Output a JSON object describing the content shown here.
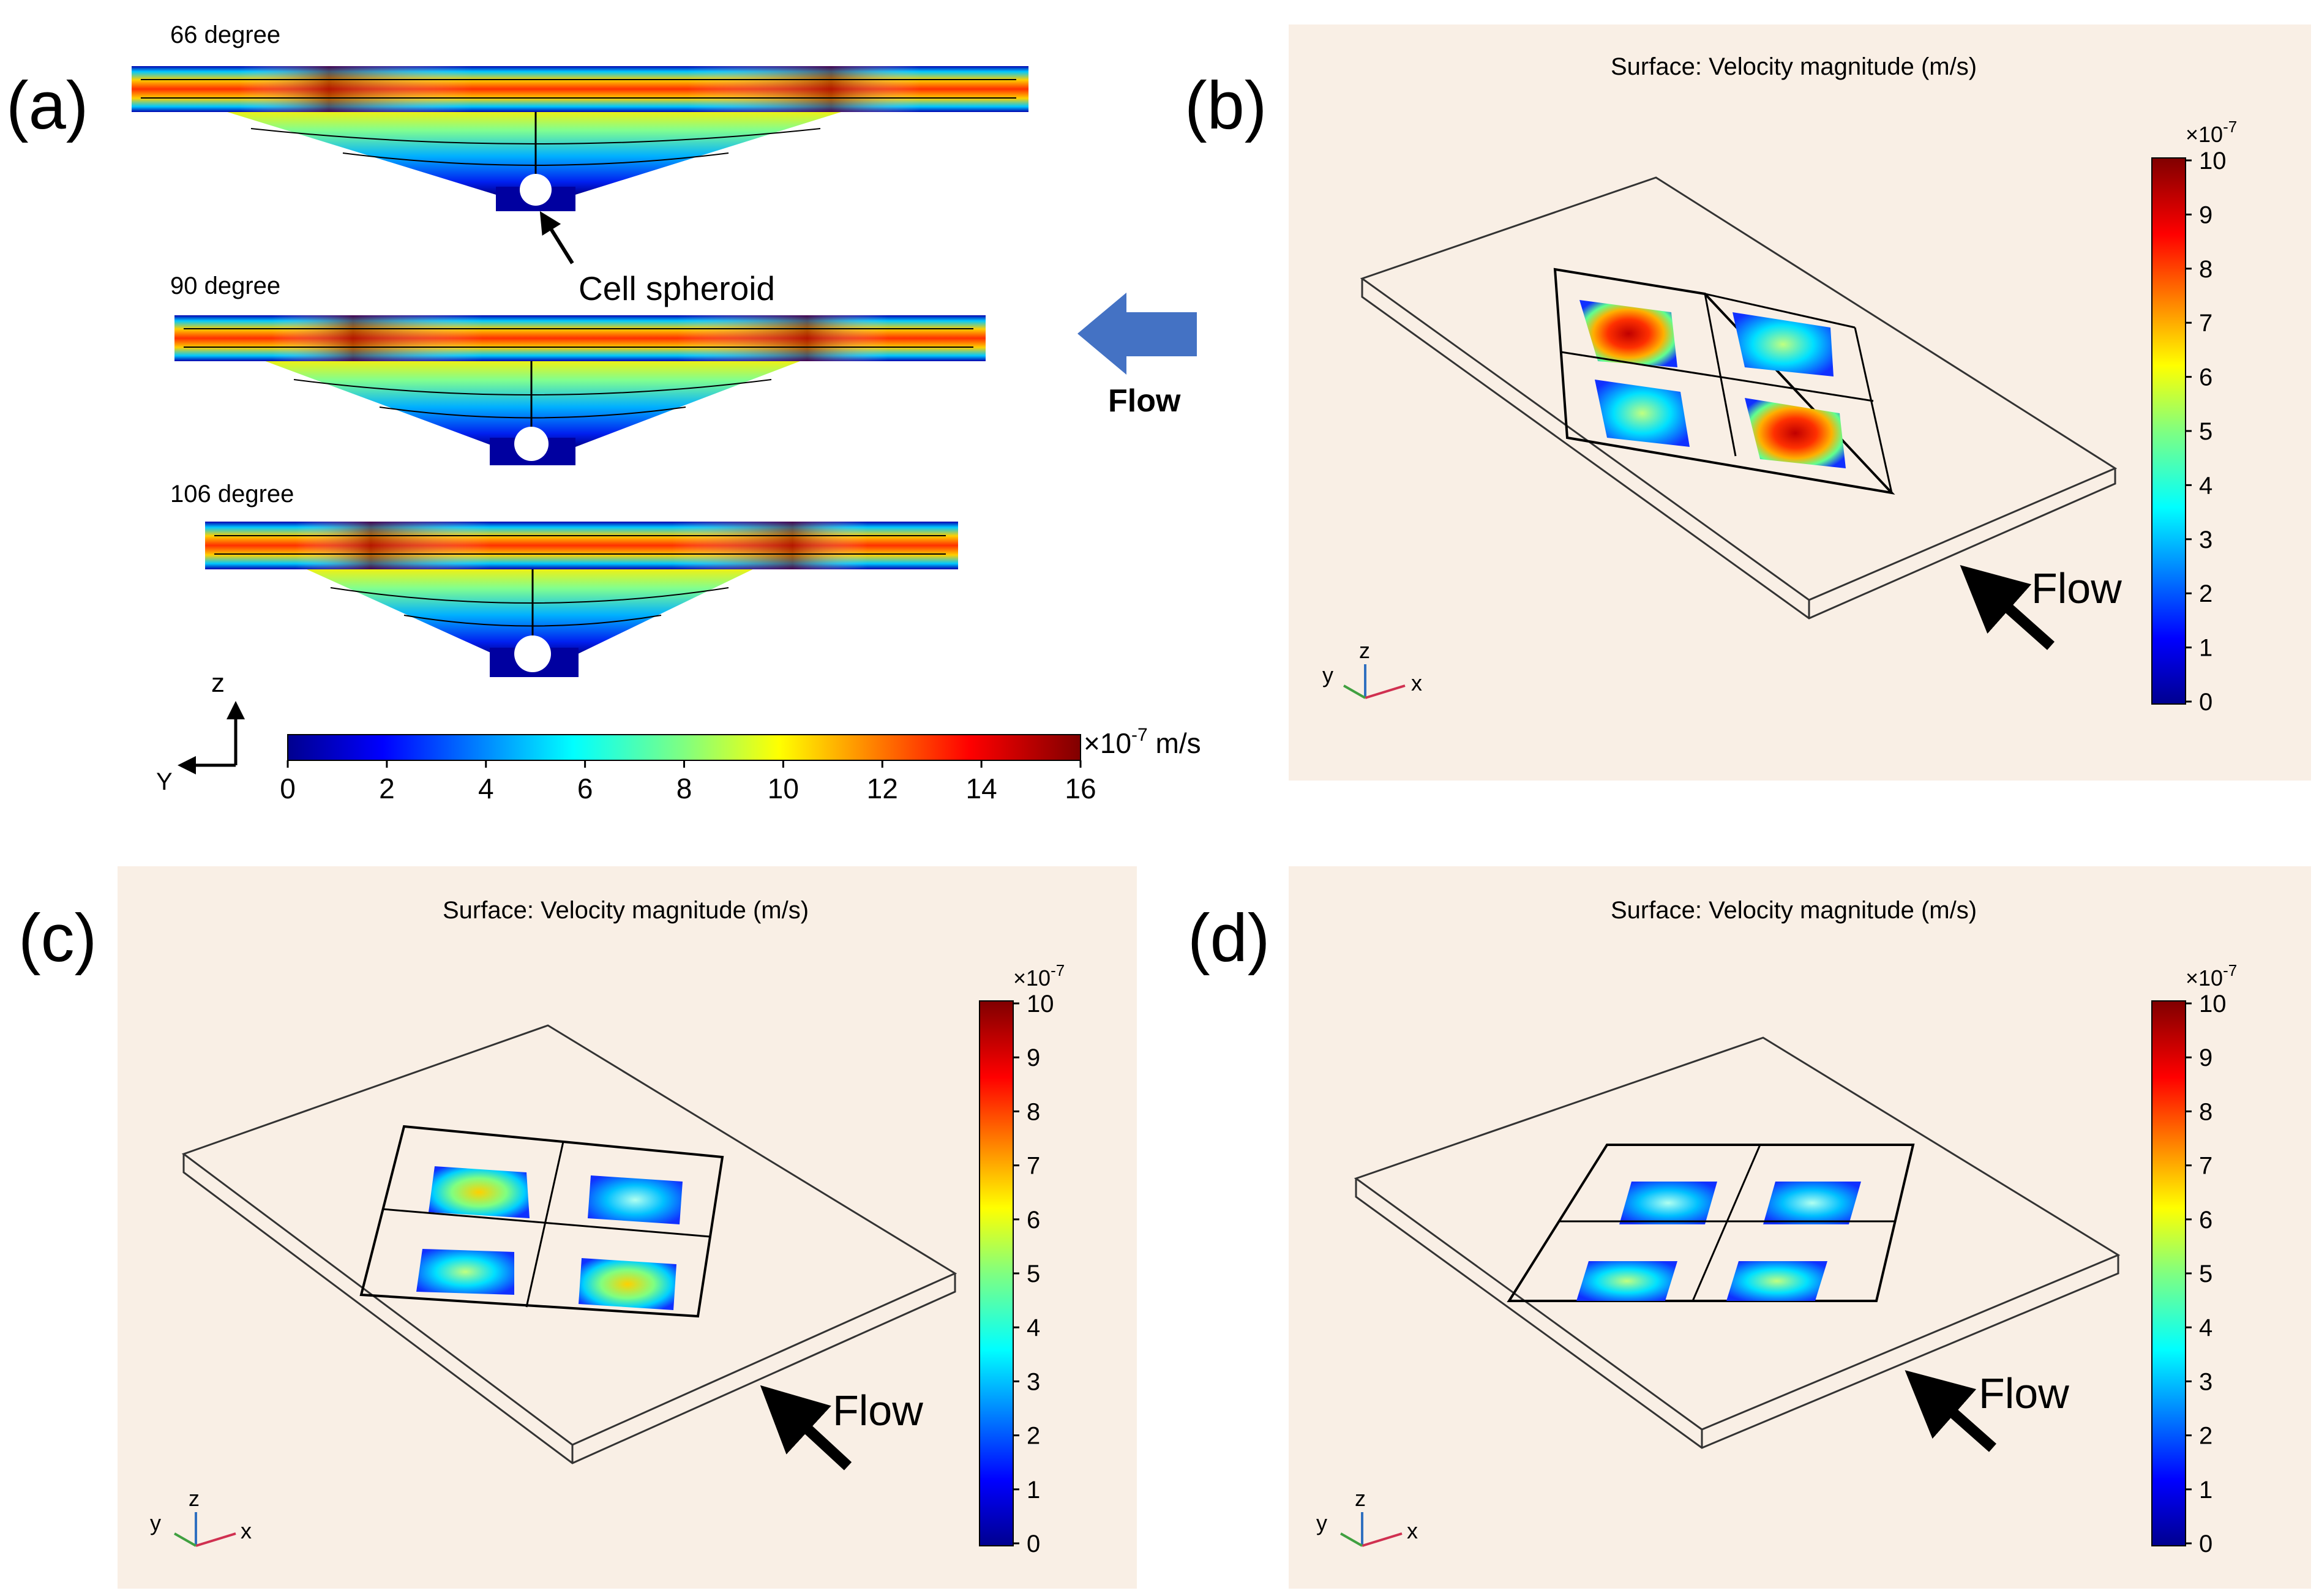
{
  "panel_labels": {
    "a": "(a)",
    "b": "(b)",
    "c": "(c)",
    "d": "(d)"
  },
  "panel_a": {
    "sections": [
      {
        "label": "66 degree"
      },
      {
        "label": "90 degree"
      },
      {
        "label": "106 degree"
      }
    ],
    "cell_label": "Cell spheroid",
    "flow_label": "Flow",
    "axis_z": "z",
    "axis_y": "Y",
    "colorbar": {
      "ticks": [
        "0",
        "2",
        "4",
        "6",
        "8",
        "10",
        "12",
        "14",
        "16"
      ],
      "unit_base": "×10",
      "unit_exp": "-7",
      "unit_suffix": " m/s"
    }
  },
  "panels_3d": [
    {
      "id": "b",
      "title": "Surface: Velocity magnitude (m/s)",
      "flow": "Flow",
      "multiplier": "×10",
      "multiplier_exp": "-7",
      "ticks": [
        "0",
        "1",
        "2",
        "3",
        "4",
        "5",
        "6",
        "7",
        "8",
        "9",
        "10"
      ],
      "axes": {
        "x": "x",
        "y": "y",
        "z": "z"
      }
    },
    {
      "id": "c",
      "title": "Surface: Velocity magnitude (m/s)",
      "flow": "Flow",
      "multiplier": "×10",
      "multiplier_exp": "-7",
      "ticks": [
        "0",
        "1",
        "2",
        "3",
        "4",
        "5",
        "6",
        "7",
        "8",
        "9",
        "10"
      ],
      "axes": {
        "x": "x",
        "y": "y",
        "z": "z"
      }
    },
    {
      "id": "d",
      "title": "Surface: Velocity magnitude (m/s)",
      "flow": "Flow",
      "multiplier": "×10",
      "multiplier_exp": "-7",
      "ticks": [
        "0",
        "1",
        "2",
        "3",
        "4",
        "5",
        "6",
        "7",
        "8",
        "9",
        "10"
      ],
      "axes": {
        "x": "x",
        "y": "y",
        "z": "z"
      }
    }
  ],
  "colors": {
    "panel_bg": "#f9efe5",
    "flow_arrow_blue": "#4472c4",
    "jet": [
      "#00008f",
      "#0000ff",
      "#0080ff",
      "#00ffff",
      "#80ff80",
      "#ffff00",
      "#ff8000",
      "#ff0000",
      "#800000"
    ]
  }
}
